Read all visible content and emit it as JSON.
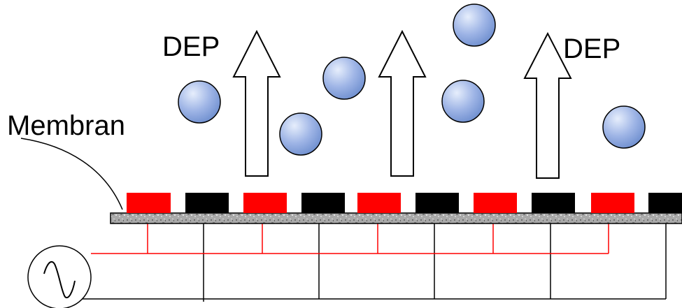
{
  "labels": {
    "dep_left": "DEP",
    "dep_right": "DEP",
    "membrane": "Membran"
  },
  "colors": {
    "electrode_active": "#ff0000",
    "electrode_ground": "#000000",
    "particle_fill": "#8fa8dd",
    "wire_active": "#ff0000",
    "wire_ground": "#000000"
  },
  "icons": {
    "ac_source": "sine-wave-source-icon",
    "force_arrow": "up-arrow-icon"
  }
}
